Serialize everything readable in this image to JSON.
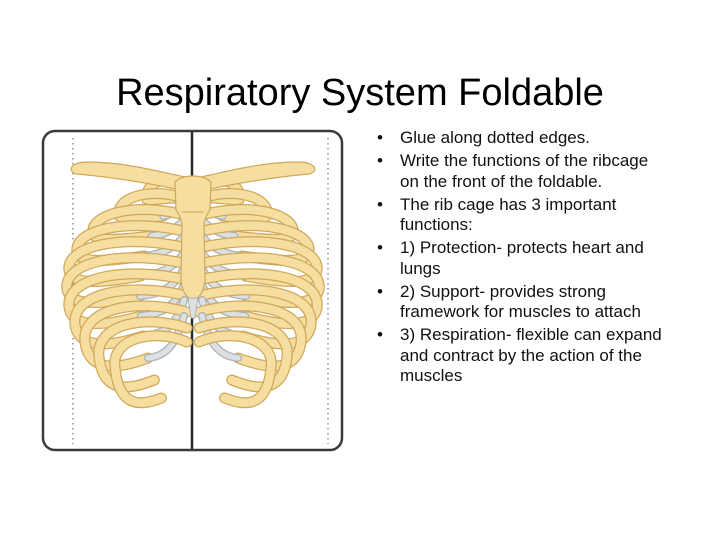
{
  "slide": {
    "title": "Respiratory System Foldable",
    "bullets": [
      "Glue along dotted edges.",
      "Write the functions of the ribcage on the front of the foldable.",
      "The rib cage has 3 important functions:",
      "1) Protection- protects heart and lungs",
      "2) Support- provides strong framework for muscles to attach",
      "3) Respiration- flexible can expand and contract by the action of the muscles"
    ],
    "bullet_glyph": "•"
  },
  "figure": {
    "icon": "ribcage-illustration",
    "colors": {
      "bone": "#f6dea0",
      "bone_outline": "#cfa85a",
      "cartilage": "#dde0e2",
      "cartilage_outline": "#aab0b4",
      "frame": "#3a3a3a"
    }
  }
}
